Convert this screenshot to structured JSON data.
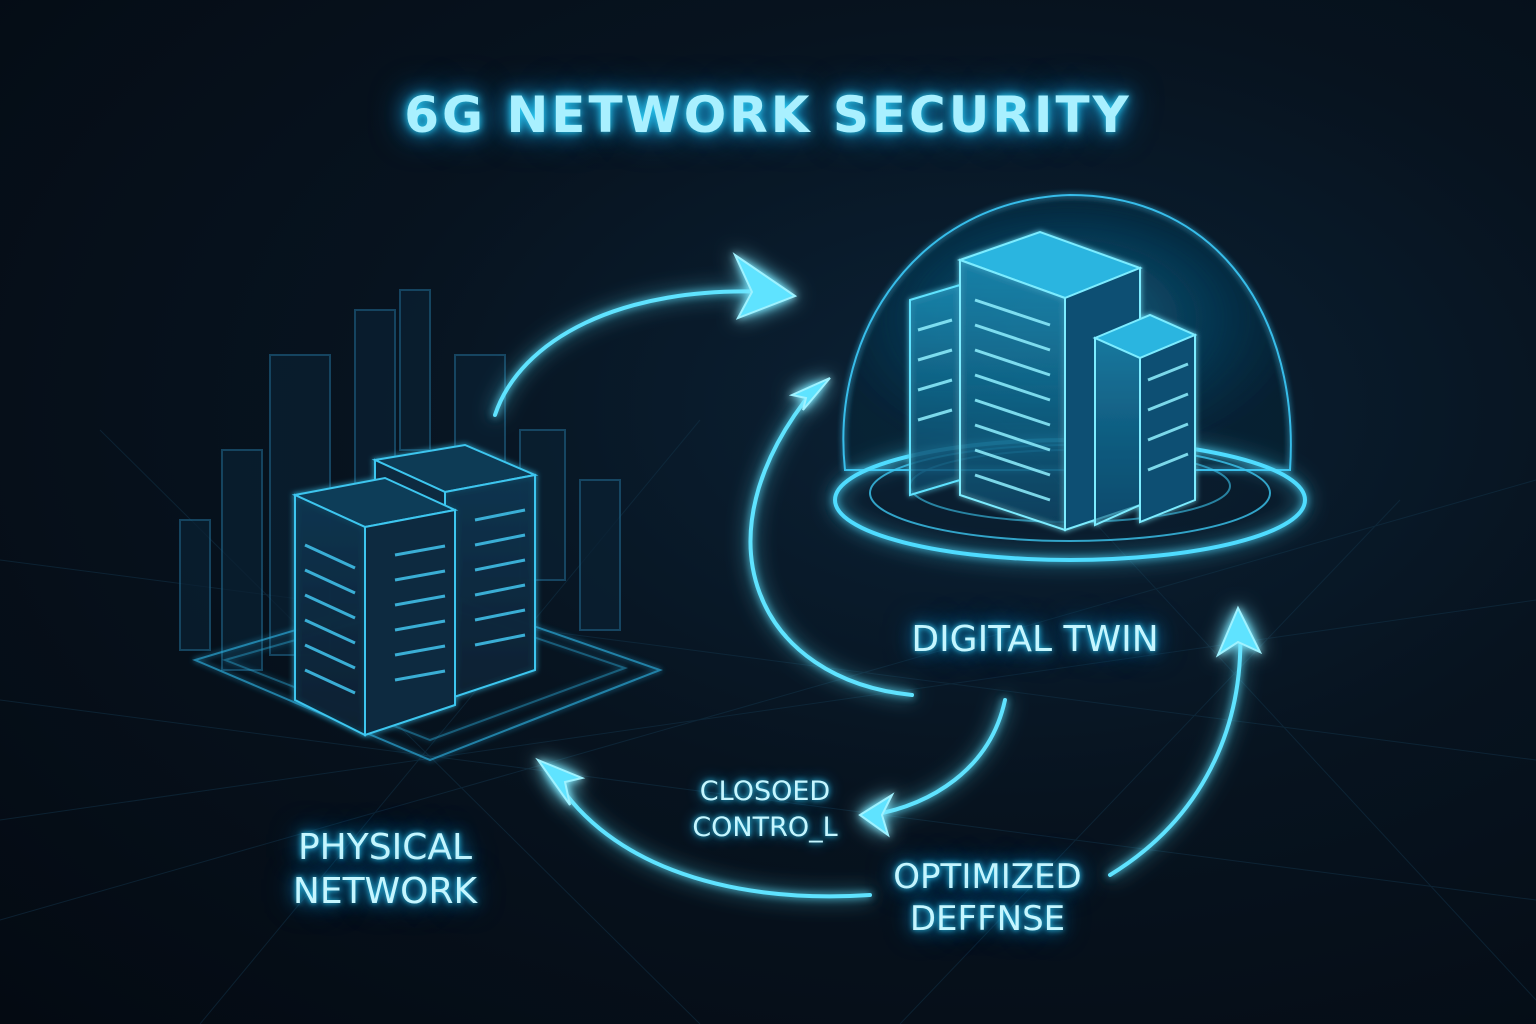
{
  "title": "6G NETWORK SECURITY",
  "nodes": {
    "physical": {
      "line1": "PHYSICAL",
      "line2": "NETWORK"
    },
    "digital_twin": {
      "label": "DIGITAL TWIN"
    }
  },
  "labels": {
    "closed_control": {
      "line1": "CLOSOED",
      "line2": "CONTRO_L"
    },
    "optimized_defense": {
      "line1": "OPTIMIZED",
      "line2": "DEFFNSE"
    }
  },
  "colors": {
    "glow": "#33d6ff",
    "line": "#5fe3ff",
    "background": "#050d16"
  }
}
